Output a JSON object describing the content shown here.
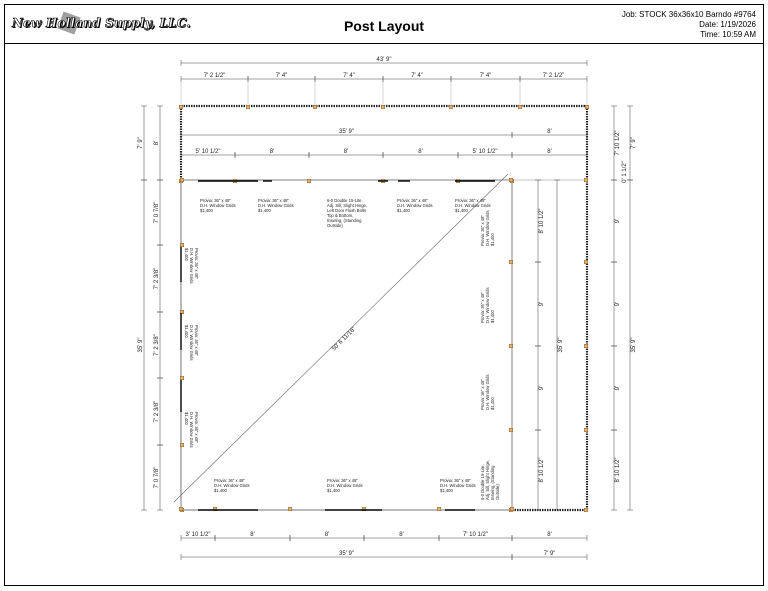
{
  "header": {
    "logo_text": "New Holland Supply, LLC.",
    "title": "Post Layout",
    "job": "Job: STOCK 36x36x10 Barndo #9764",
    "date": "Date: 1/19/2026",
    "time": "Time: 10:59 AM"
  },
  "dims": {
    "overall_top": "43' 9\"",
    "top_bays": [
      "7' 2 1/2\"",
      "7' 4\"",
      "7' 4\"",
      "7' 4\"",
      "7' 4\"",
      "7' 2 1/2\""
    ],
    "inner_width": "35' 9\"",
    "inner_width_right": "8'",
    "inner_bays": [
      "5' 10 1/2\"",
      "8'",
      "8'",
      "8'",
      "5' 10 1/2\""
    ],
    "inner_right": "8'",
    "left_outer_top": "7' 9\"",
    "left_inner_top": "8'",
    "left_total": "35' 9\"",
    "left_segments": [
      "7' 0 7/8\"",
      "7' 2 3/8\"",
      "7' 2 3/8\"",
      "7' 2 3/8\"",
      "7' 0 7/8\""
    ],
    "right_top_a": "7' 10 1/2\"",
    "right_top_b": "7' 9\"",
    "right_top_c": "0' 1 1/2\"",
    "right_inner": [
      "8' 10 1/2\"",
      "9'",
      "9'",
      "8' 10 1/2\""
    ],
    "right_inner_total": "35' 9\"",
    "right_outer": [
      "9'",
      "9'",
      "9'",
      "8' 10 1/2\""
    ],
    "right_outer_total": "35' 9\"",
    "diagonal": "50' 6 11/16\"",
    "bottom_bays": [
      "3' 10 1/2\"",
      "8'",
      "8'",
      "8'",
      "7' 10 1/2\""
    ],
    "bottom_right": "8'",
    "bottom_total": "35' 9\"",
    "bottom_total_right": "7' 9\""
  },
  "notes": {
    "top": [
      [
        "Provia: 36\" x 48\"",
        "D.H. Window Grids",
        "$1,400"
      ],
      [
        "Provia: 36\" x 48\"",
        "D.H. Window Grids",
        "$1,400"
      ],
      [
        "6-0 Double 15-Lite,",
        "Adj. Sill, Slight Hinge,",
        "Left Door Flush Bolts",
        "Top & Bottom,",
        "Inswing, (Standing",
        "Outside)"
      ],
      [
        "Provia: 36\" x 48\"",
        "D.H. Window Grids",
        "$1,400"
      ],
      [
        "Provia: 36\" x 48\"",
        "D.H. Window Grids",
        "$1,400"
      ]
    ],
    "bottom": [
      [
        "Provia: 36\" x 48\"",
        "D.H. Window Grids",
        "$1,400"
      ],
      [
        "Provia: 36\" x 48\"",
        "D.H. Window Grids",
        "$1,400"
      ],
      [
        "Provia: 36\" x 48\"",
        "D.H. Window Grids",
        "$1,400"
      ]
    ],
    "left": [
      [
        "Provia: 36\" x 48\"",
        "D.H. Window Grids",
        "$1,400"
      ],
      [
        "Provia: 36\" x 48\"",
        "D.H. Window Grids",
        "$1,400"
      ],
      [
        "Provia: 36\" x 48\"",
        "D.H. Window Grids",
        "$1,400"
      ]
    ],
    "right": [
      [
        "Provia: 36\" x 48\"",
        "D.H. Window Grids",
        "$1,400"
      ],
      [
        "Provia: 36\" x 48\"",
        "D.H. Window Grids",
        "$1,400"
      ],
      [
        "Provia: 36\" x 48\"",
        "D.H. Window Grids",
        "$1,400"
      ],
      [
        "6-0 Double 15-Lite,",
        "Adj. Sill, Slight Hinge,",
        "Inswing, (Standing",
        "Outside)"
      ]
    ]
  }
}
